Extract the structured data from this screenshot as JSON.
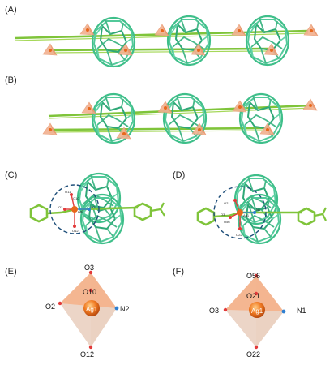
{
  "panels": {
    "a": "(A)",
    "b": "(B)",
    "c": "(C)",
    "d": "(D)",
    "e": "(E)",
    "f": "(F)"
  },
  "panel_c_inset": {
    "o11": "O11",
    "o10": "O10",
    "o2": "O2",
    "n2": "N2",
    "ag1": "Ag1",
    "o12": "O12"
  },
  "panel_d_inset": {
    "o21": "O21",
    "o3": "O3",
    "n1": "N1",
    "ag1": "Ag1",
    "o56": "O56",
    "o22": "O22"
  },
  "panel_e": {
    "top": "O3",
    "center_top": "O10",
    "left": "O2",
    "right": "N2",
    "metal": "Ag1",
    "bottom": "O12"
  },
  "panel_f": {
    "top": "O56",
    "center_top": "O21",
    "left": "O3",
    "right": "N1",
    "metal": "Ag1",
    "bottom": "O22"
  },
  "colors": {
    "cage": "#3fbf8a",
    "linker": "#7fc43a",
    "polyhedron": "#f2b08f",
    "silver": "#e8681c",
    "oxygen": "#e23a3a",
    "nitrogen": "#2e7fd1"
  }
}
